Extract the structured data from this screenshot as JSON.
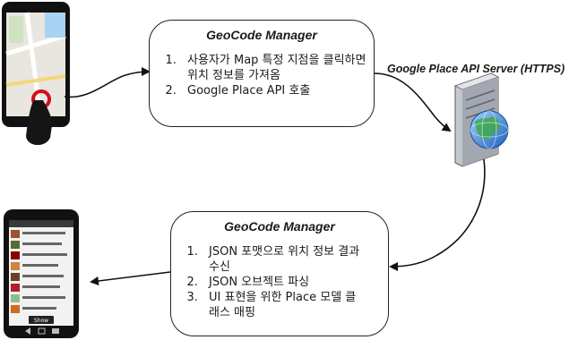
{
  "top_box": {
    "title": "GeoCode Manager",
    "steps": [
      "사용자가 Map 특정 지점을 클릭하면 위치 정보를 가져옴",
      "Google Place API 호출"
    ]
  },
  "bottom_box": {
    "title": "GeoCode Manager",
    "steps": [
      "JSON 포맷으로 위치 정보 결과 수신",
      "JSON 오브젝트 파싱",
      "UI 표현을 위한 Place 모델 클래스 매핑"
    ]
  },
  "server": {
    "label": "Google Place API Server (HTTPS)"
  },
  "list_phone": {
    "button_label": "Show"
  }
}
